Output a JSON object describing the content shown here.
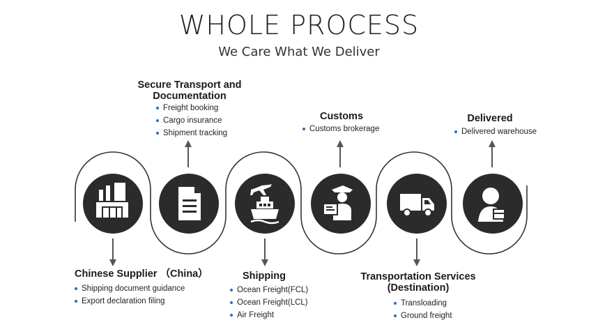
{
  "header": {
    "title": "WHOLE PROCESS",
    "subtitle": "We Care What We Deliver"
  },
  "colors": {
    "circle": "#2b2b2b",
    "line": "#333333",
    "arrow": "#555555",
    "bullet": "#2b6cc2"
  },
  "stages": [
    {
      "title": "Chinese Supplier （China）",
      "items": [
        "Shipping document guidance",
        "Export declaration filing"
      ],
      "icon": "factory-icon"
    },
    {
      "title_line1": "Secure Transport and",
      "title_line2": "Documentation",
      "items": [
        "Freight booking",
        "Cargo insurance",
        "Shipment tracking"
      ],
      "icon": "document-icon"
    },
    {
      "title": "Shipping",
      "items": [
        "Ocean Freight(FCL)",
        "Ocean Freight(LCL)",
        "Air Freight"
      ],
      "icon": "ship-plane-icon"
    },
    {
      "title": "Customs",
      "items": [
        "Customs brokerage"
      ],
      "icon": "customs-officer-icon"
    },
    {
      "title_line1": "Transportation Services",
      "title_line2": "(Destination)",
      "items": [
        "Transloading",
        "Ground freight"
      ],
      "icon": "truck-icon"
    },
    {
      "title": "Delivered",
      "items": [
        "Delivered warehouse"
      ],
      "icon": "delivery-person-icon"
    }
  ]
}
